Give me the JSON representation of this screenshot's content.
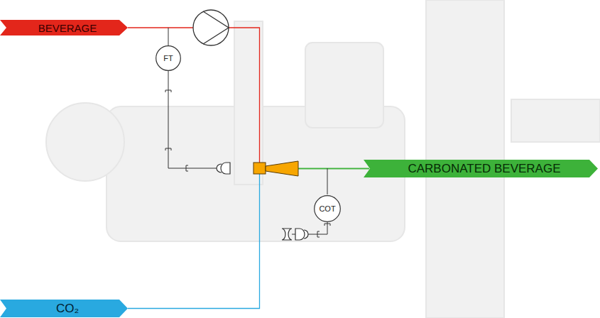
{
  "diagram": {
    "nodes": [
      {
        "text": [
          "BEVERAGE"
        ]
      },
      {
        "text": [
          "FT"
        ]
      },
      {
        "text": [
          "COT"
        ]
      },
      {
        "text": [
          "CARBONATED BEVERAGE"
        ]
      },
      {
        "text": [
          "CO₂"
        ]
      }
    ],
    "edges": [
      {
        "from": 0,
        "to": 3,
        "arrow": "none"
      },
      {
        "from": 4,
        "to": 3,
        "arrow": "none"
      }
    ]
  }
}
